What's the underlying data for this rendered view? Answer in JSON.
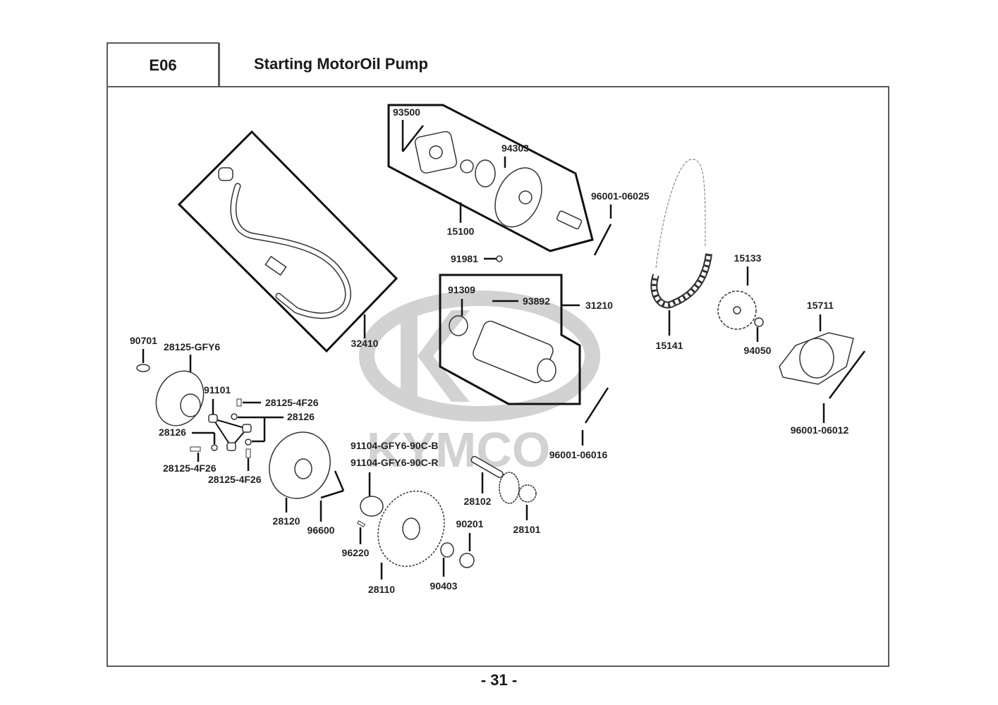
{
  "header": {
    "section_code": "E06",
    "title": "Starting MotorOil Pump"
  },
  "watermark": {
    "brand": "KYMCO",
    "color": "#d2d2d2"
  },
  "parts": {
    "p93500": "93500",
    "p94303": "94303",
    "p15100": "15100",
    "p96001_06025": "96001-06025",
    "p91981": "91981",
    "p91309": "91309",
    "p93892": "93892",
    "p31210": "31210",
    "p32410": "32410",
    "p15133": "15133",
    "p15141": "15141",
    "p15711": "15711",
    "p94050": "94050",
    "p96001_06012": "96001-06012",
    "p90701": "90701",
    "p28125_GFY6": "28125-GFY6",
    "p91101": "91101",
    "p28125_4F26_a": "28125-4F26",
    "p28126_a": "28126",
    "p28126_b": "28126",
    "p28125_4F26_b": "28125-4F26",
    "p28125_4F26_c": "28125-4F26",
    "p91104_B": "91104-GFY6-90C-B",
    "p91104_R": "91104-GFY6-90C-R",
    "p96001_06016": "96001-06016",
    "p28102": "28102",
    "p28101": "28101",
    "p28120": "28120",
    "p96600": "96600",
    "p90201": "90201",
    "p96220": "96220",
    "p28110": "28110",
    "p90403": "90403"
  },
  "footer": {
    "page_number": "- 31 -"
  }
}
